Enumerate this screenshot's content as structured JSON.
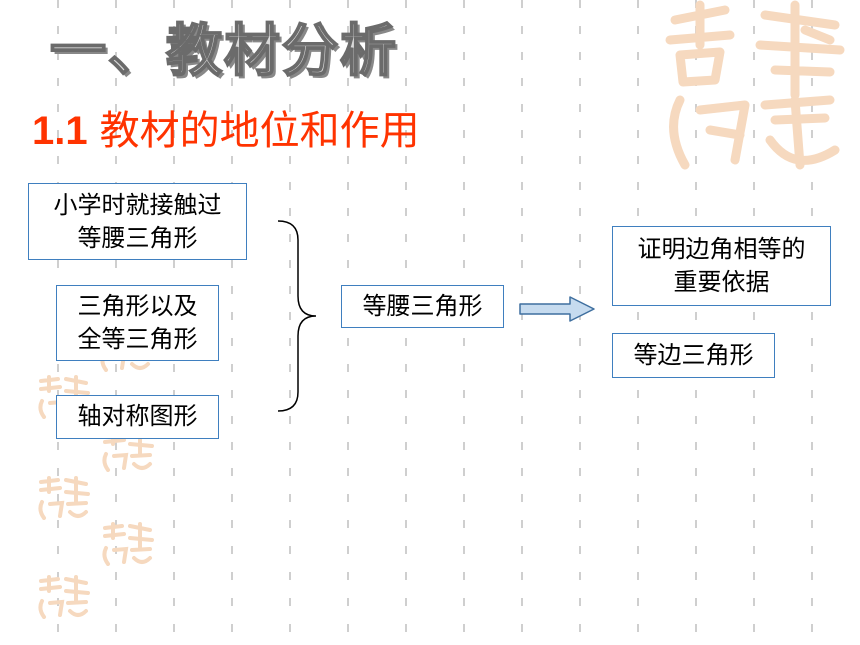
{
  "slide": {
    "heading": "一、教材分析",
    "subheading_number": "1.1",
    "subheading_text": "教材的地位和作用"
  },
  "left_boxes": [
    {
      "lines": [
        "小学时就接触过",
        "等腰三角形"
      ]
    },
    {
      "lines": [
        "三角形以及",
        "全等三角形"
      ]
    },
    {
      "lines": [
        "轴对称图形"
      ]
    }
  ],
  "center_box": {
    "text": "等腰三角形"
  },
  "right_boxes": [
    {
      "lines": [
        "证明边角相等的",
        "重要依据"
      ]
    },
    {
      "lines": [
        "等边三角形"
      ]
    }
  ],
  "colors": {
    "subheading": "#ff3300",
    "box_border": "#3f7fbf",
    "arrow_fill": "#c6dbef",
    "arrow_stroke": "#3f6f9f",
    "seal": "#f6d9bf",
    "grid_dash": "#cfcfcf"
  },
  "decoration": {
    "top_right_seal_icon": "auspicious-seal-icon",
    "small_seal_icon": "small-seal-icon"
  }
}
